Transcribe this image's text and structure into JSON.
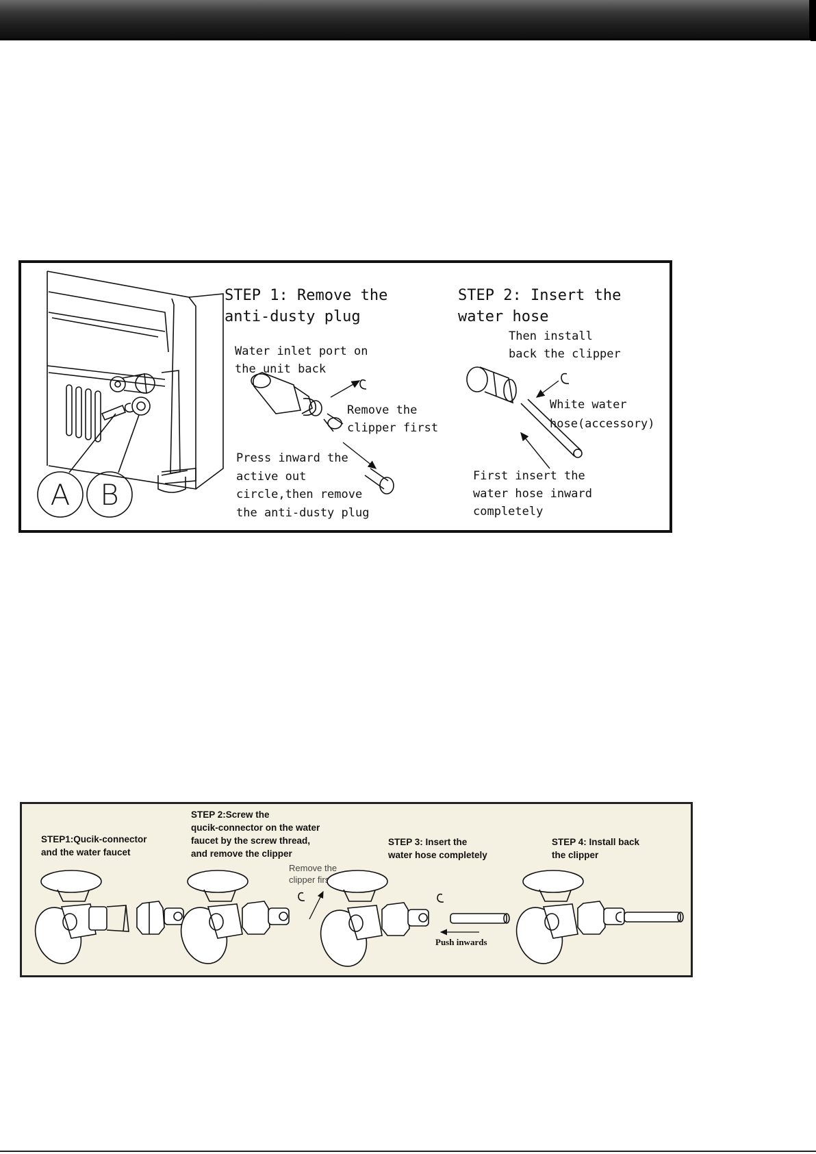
{
  "figure1": {
    "callout_a": "A",
    "callout_b": "B",
    "step1_title_line1": "STEP 1: Remove the",
    "step1_title_line2": "anti-dusty plug",
    "step1_port_line1": "Water inlet port on",
    "step1_port_line2": "the unit back",
    "step1_clipper_line1": "Remove the",
    "step1_clipper_line2": "clipper first",
    "step1_press_line1": "Press inward the",
    "step1_press_line2": "active out",
    "step1_press_line3": "circle,then remove",
    "step1_press_line4": "the anti-dusty plug",
    "step2_title_line1": "STEP 2: Insert the",
    "step2_title_line2": "water hose",
    "step2_install_line1": "Then install",
    "step2_install_line2": "back the clipper",
    "step2_hose_line1": "White water",
    "step2_hose_line2": "hose(accessory)",
    "step2_insert_line1": "First insert the",
    "step2_insert_line2": "water hose inward",
    "step2_insert_line3": "completely"
  },
  "figure2": {
    "step1_line1": "STEP1:Qucik-connector",
    "step1_line2": "and the water faucet",
    "step2_line1": "STEP 2:Screw the",
    "step2_line2": "qucik-connector on the water",
    "step2_line3": "faucet by the screw thread,",
    "step2_line4": "and remove the clipper",
    "step2_note_line1": "Remove the",
    "step2_note_line2": "clipper first",
    "step3_line1": "STEP 3: Insert the",
    "step3_line2": "water hose completely",
    "step3_push": "Push inwards",
    "step4_line1": "STEP 4: Install back",
    "step4_line2": "the clipper"
  },
  "colors": {
    "header": "#1e1e1e",
    "figure2_background": "#f5f1e2",
    "ink": "#111111"
  }
}
